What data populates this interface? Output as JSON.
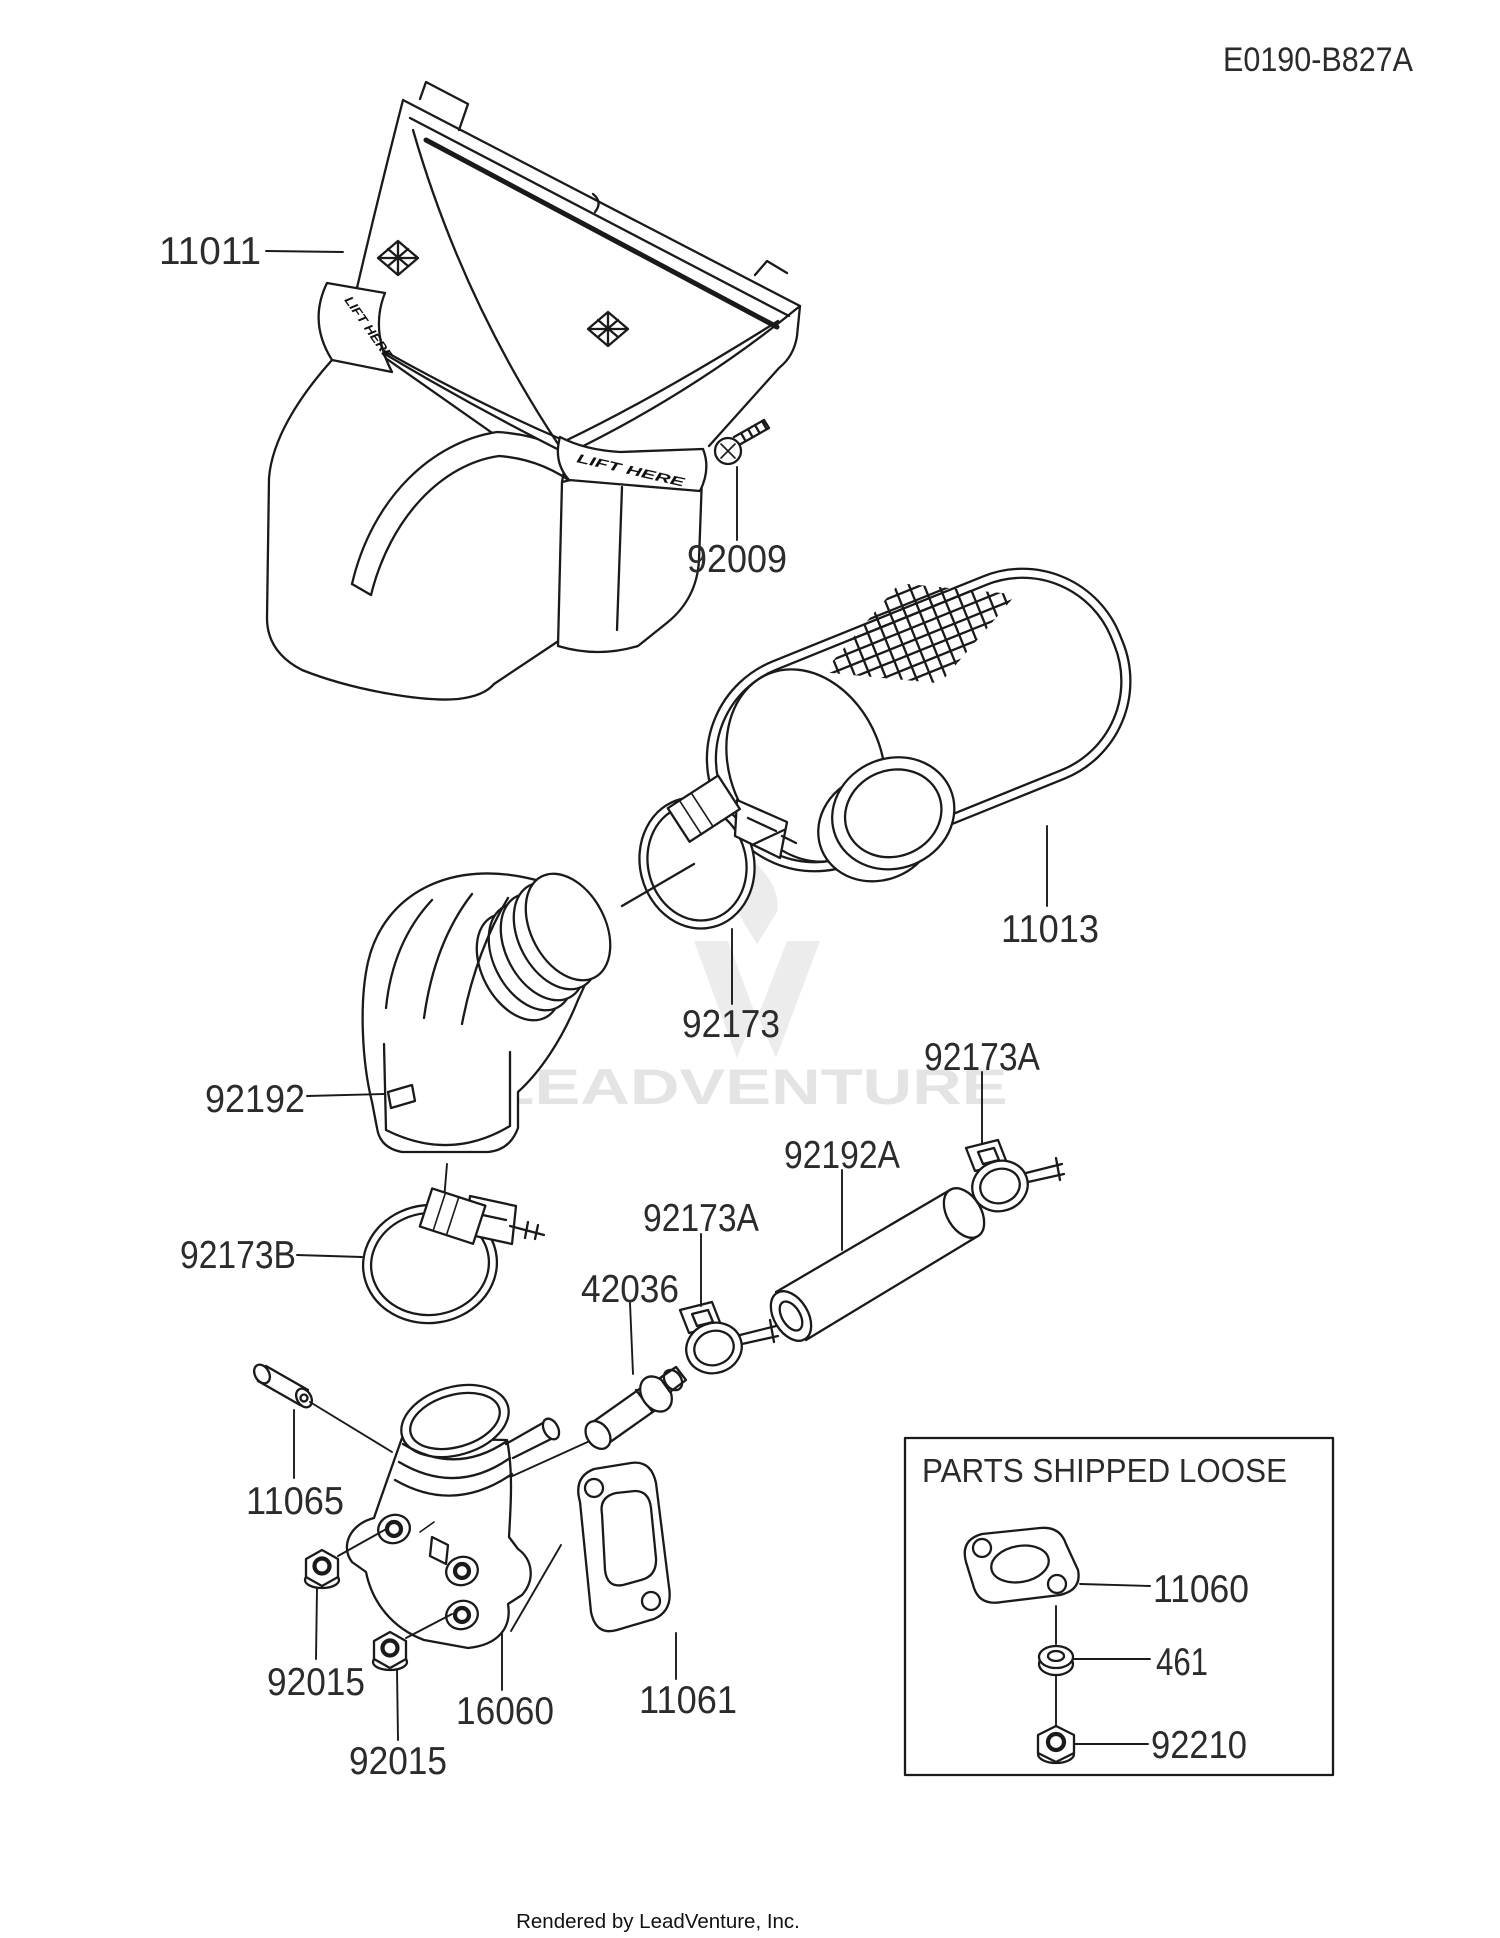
{
  "page": {
    "background": "#ffffff",
    "line_color": "#1a1a1a",
    "label_color": "#2b2b2b",
    "watermark_color": "#e4e4e4"
  },
  "header": {
    "diagram_code": "E0190-B827A"
  },
  "watermark": {
    "text": "LEADVENTURE"
  },
  "footer": {
    "credit": "Rendered by LeadVenture, Inc."
  },
  "cover": {
    "lift_here": "LIFT HERE"
  },
  "labels": {
    "p11011": "11011",
    "p92009": "92009",
    "p11013": "11013",
    "p92173": "92173",
    "p92192": "92192",
    "p92173b": "92173B",
    "p92173a_upper": "92173A",
    "p92173a_lower": "92173A",
    "p92192a": "92192A",
    "p42036": "42036",
    "p11065": "11065",
    "p92015_upper": "92015",
    "p92015_lower": "92015",
    "p16060": "16060",
    "p11061": "11061"
  },
  "parts_box": {
    "title": "PARTS SHIPPED LOOSE",
    "labels": {
      "p11060": "11060",
      "p461": "461",
      "p92210": "92210"
    }
  }
}
